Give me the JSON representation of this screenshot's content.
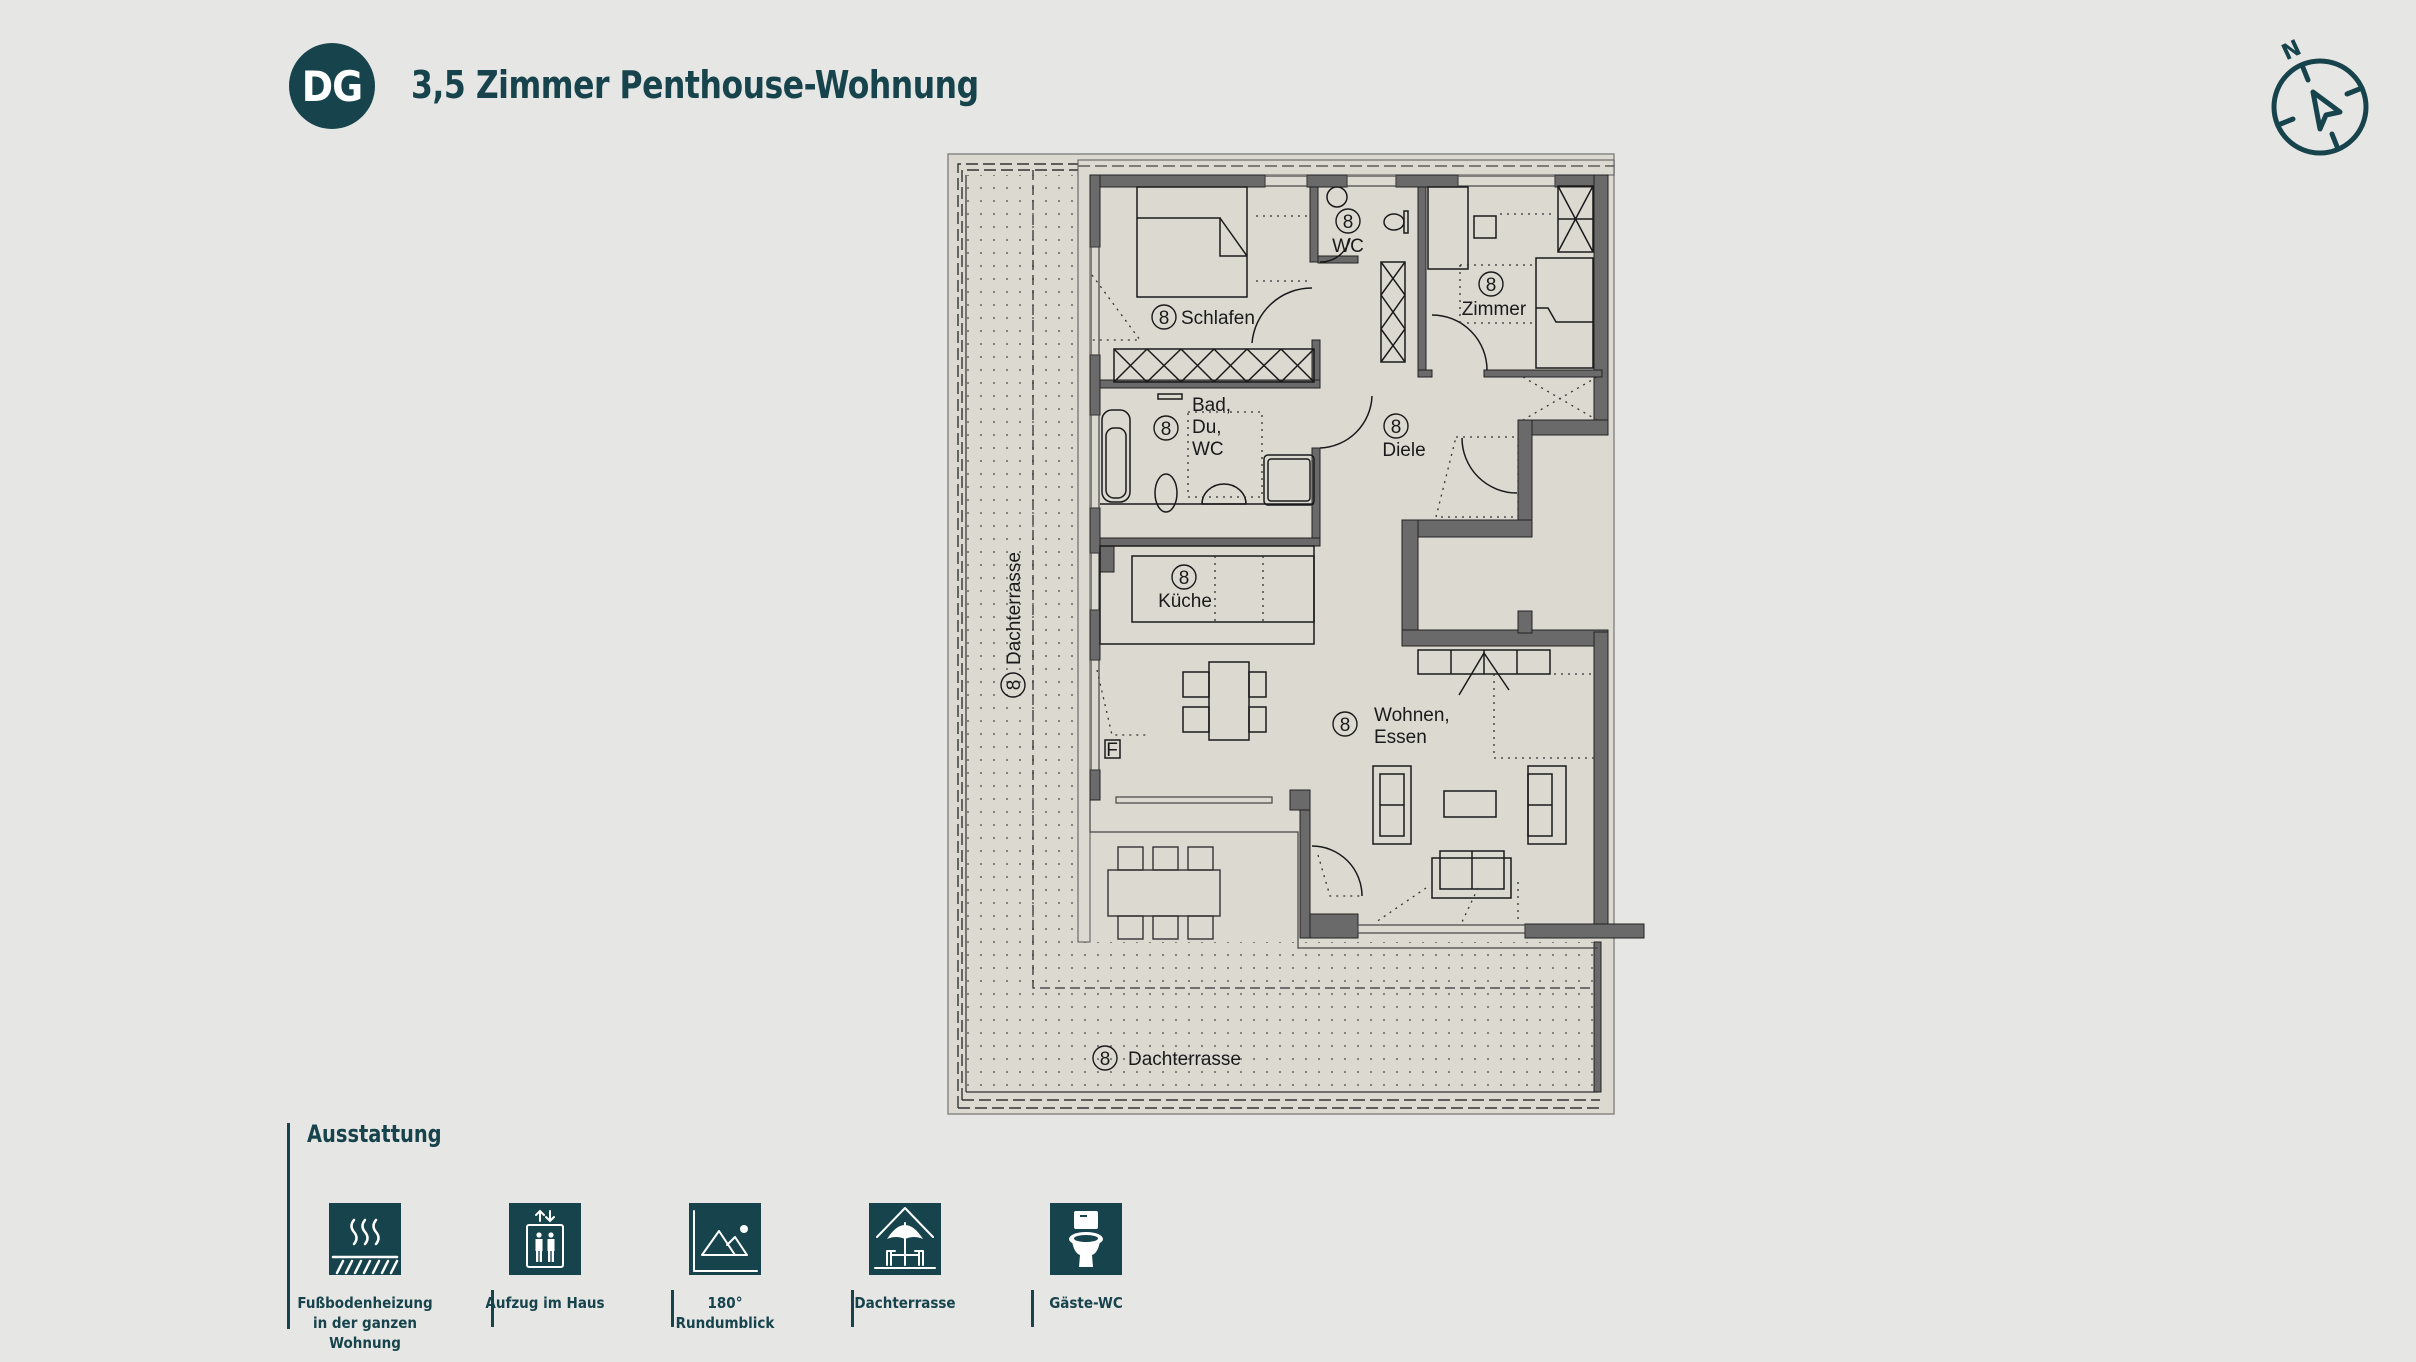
{
  "header": {
    "badge": "DG",
    "title": "3,5 Zimmer Penthouse-Wohnung",
    "compass_label": "N",
    "compass_icon": "compass-icon"
  },
  "colors": {
    "brand": "#17444c",
    "background": "#e6e6e5",
    "floor": "#dcd9d1",
    "wall": "#6a6a6a",
    "lines": "#1a1a1a"
  },
  "plan": {
    "rooms": [
      {
        "id": "schlafen",
        "number": "8",
        "label": "Schlafen"
      },
      {
        "id": "wc",
        "number": "8",
        "label": "WC"
      },
      {
        "id": "zimmer",
        "number": "8",
        "label": "Zimmer"
      },
      {
        "id": "bad",
        "number": "8",
        "label_lines": [
          "Bad,",
          "Du,",
          "WC"
        ]
      },
      {
        "id": "diele",
        "number": "8",
        "label": "Diele"
      },
      {
        "id": "kueche",
        "number": "8",
        "label": "Küche"
      },
      {
        "id": "wohnen",
        "number": "8",
        "label_lines": [
          "Wohnen,",
          "Essen"
        ]
      },
      {
        "id": "dachterrasse-west",
        "number": "8",
        "label": "Dachterrasse"
      },
      {
        "id": "dachterrasse-sued",
        "number": "8",
        "label": "Dachterrasse"
      }
    ],
    "fridge_marker": "F"
  },
  "features": {
    "heading": "Ausstattung",
    "items": [
      {
        "icon": "floor-heating-icon",
        "label": "Fußbodenheizung\nin der ganzen Wohnung"
      },
      {
        "icon": "elevator-icon",
        "label": "Aufzug im Haus"
      },
      {
        "icon": "panorama-icon",
        "label": "180°\nRundumblick"
      },
      {
        "icon": "roof-terrace-icon",
        "label": "Dachterrasse"
      },
      {
        "icon": "toilet-icon",
        "label": "Gäste-WC"
      }
    ]
  }
}
